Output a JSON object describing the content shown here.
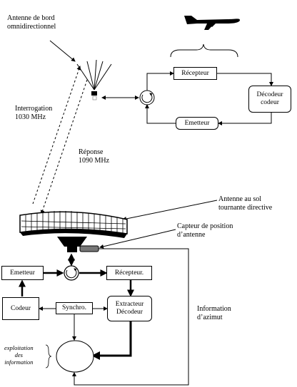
{
  "labels": {
    "onboard_antenna_line1": "Antenne de bord",
    "onboard_antenna_line2": "omnidirectionnel",
    "interrogation_line1": "Interrogation",
    "interrogation_line2": "1030 MHz",
    "reponse_line1": "Réponse",
    "reponse_line2": "1090 MHz",
    "ground_antenna_line1": "Antenne au sol",
    "ground_antenna_line2": "tournante directive",
    "sensor_line1": "Capteur de position",
    "sensor_line2": "d’antenne",
    "azimut_line1": "Information",
    "azimut_line2": "d’azimut",
    "exploit_line1": "exploitation",
    "exploit_line2": "des",
    "exploit_line3": "information"
  },
  "onboard": {
    "recepteur": "Récepteur",
    "decodeur_line1": "Décodeur",
    "decodeur_line2": "codeur",
    "emetteur": "Emetteur"
  },
  "ground": {
    "emetteur": "Emetteur",
    "recepteur": "Récepteur.",
    "codeur": "Codeur",
    "synchro": "Synchro.",
    "extracteur_line1": "Extracteur",
    "extracteur_line2": "Décodeur"
  }
}
